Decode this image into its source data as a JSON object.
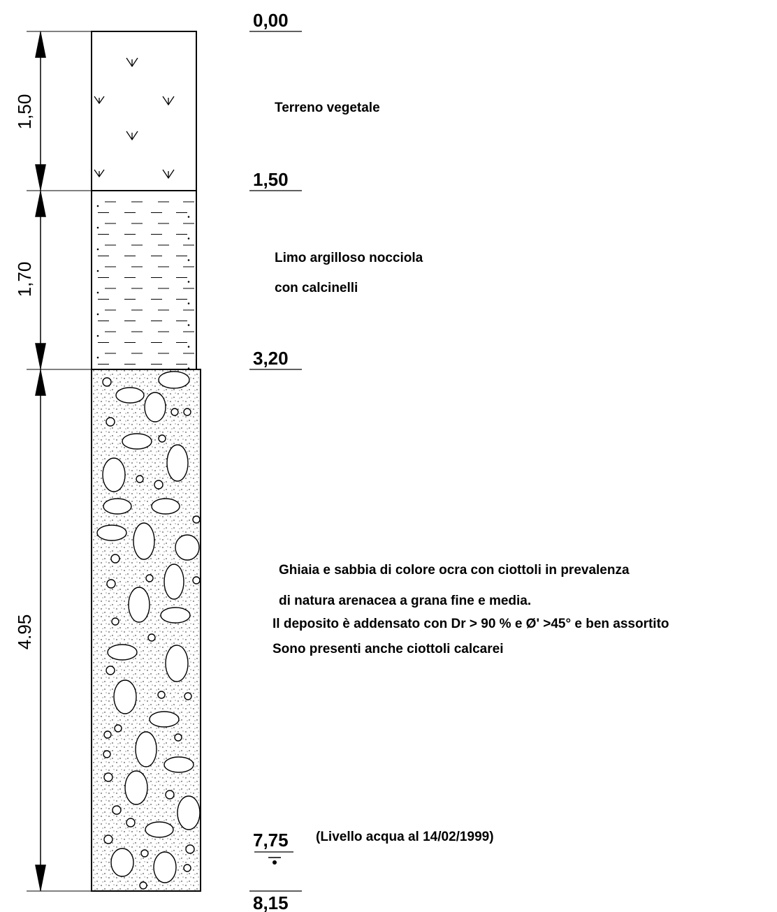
{
  "log": {
    "depths": [
      "0,00",
      "1,50",
      "3,20",
      "7,75",
      "8,15"
    ],
    "thicknesses": [
      "1,50",
      "1,70",
      "4.95"
    ],
    "layers": [
      {
        "pattern": "vegetal-soil",
        "description": [
          "Terreno vegetale"
        ]
      },
      {
        "pattern": "clayey-silt",
        "description": [
          "Limo argilloso nocciola",
          "con calcinelli"
        ]
      },
      {
        "pattern": "gravel-sand",
        "description": [
          "Ghiaia e sabbia di colore ocra con ciottoli in prevalenza",
          "di natura arenacea a grana fine e media.",
          "Il deposito è addensato con Dr > 90 % e Ø' >45° e ben assortito",
          "Sono presenti anche ciottoli calcarei"
        ]
      }
    ],
    "water_level": {
      "depth": "7,75",
      "note": "(Livello acqua al 14/02/1999)",
      "icon": "water-table-icon"
    }
  }
}
